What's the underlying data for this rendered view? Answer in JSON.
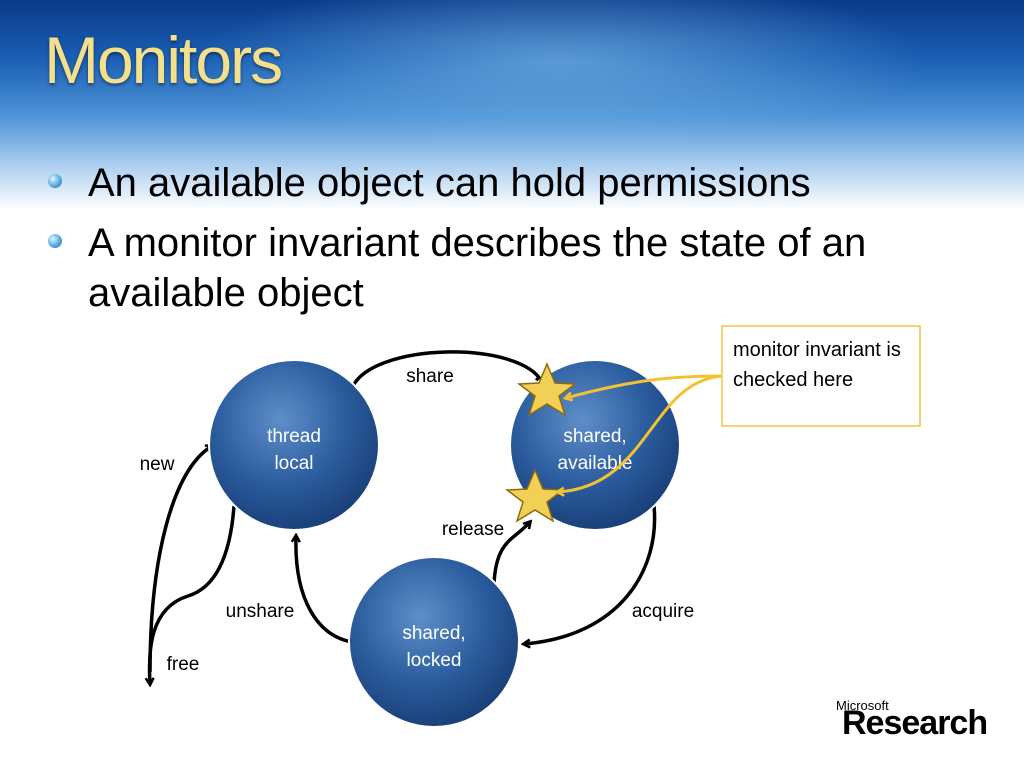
{
  "slide": {
    "title": "Monitors",
    "bullets": [
      "An available object can hold permissions",
      "A monitor invariant describes the state of an available object"
    ]
  },
  "diagram": {
    "nodes": {
      "thread_local": [
        "thread",
        "local"
      ],
      "shared_available": [
        "shared,",
        "available"
      ],
      "shared_locked": [
        "shared,",
        "locked"
      ]
    },
    "edges": {
      "share": "share",
      "new": "new",
      "release": "release",
      "unshare": "unshare",
      "acquire": "acquire",
      "free": "free"
    },
    "note": "monitor invariant is checked here",
    "colors": {
      "node_fill": "#1f4f8f",
      "star": "#f2cf55",
      "note_border": "#f3d36a"
    }
  },
  "logo": {
    "small": "Microsoft",
    "big": "Research"
  }
}
